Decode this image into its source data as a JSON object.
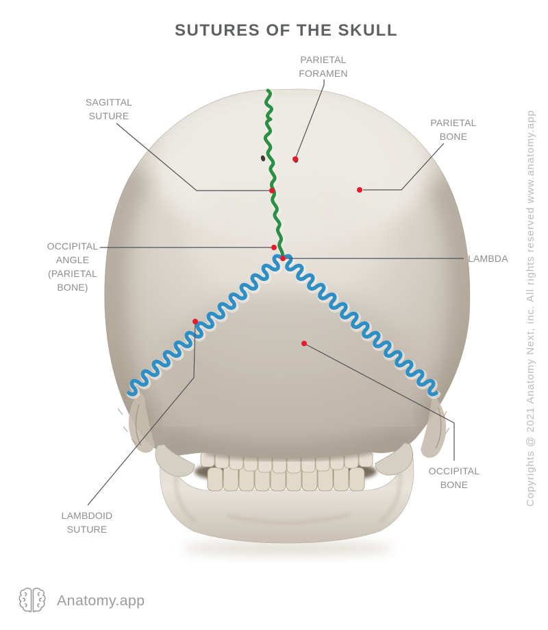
{
  "title": "SUTURES OF THE SKULL",
  "labels": {
    "parietal_foramen": {
      "line1": "PARIETAL",
      "line2": "FORAMEN"
    },
    "sagittal_suture": {
      "line1": "SAGITTAL",
      "line2": "SUTURE"
    },
    "parietal_bone": {
      "line1": "PARIETAL",
      "line2": "BONE"
    },
    "occipital_angle": {
      "line1": "OCCIPITAL",
      "line2": "ANGLE",
      "line3": "(PARIETAL",
      "line4": "BONE)"
    },
    "lambda": {
      "line1": "LAMBDA"
    },
    "lambdoid_suture": {
      "line1": "LAMBDOID",
      "line2": "SUTURE"
    },
    "occipital_bone": {
      "line1": "OCCIPITAL",
      "line2": "BONE"
    }
  },
  "watermark": "Copyrights @ 2021 Anatomy Next, inc. All rights reserved www.anatomy.app",
  "logo_text": "Anatomy.app",
  "colors": {
    "sagittal_suture_green": "#2a9043",
    "lambdoid_suture_blue": "#2e8fc6",
    "marker_red": "#e8192c",
    "leader_line": "#515257",
    "title_text": "#5e6163",
    "label_text": "#8b8d90",
    "watermark_text": "#b9bbbd",
    "logo_gray": "#9b9da0"
  }
}
